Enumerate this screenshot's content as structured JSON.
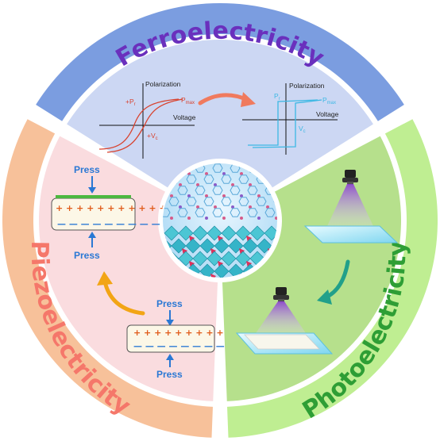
{
  "titles": {
    "top": "Ferroelectricity",
    "left": "Piezoelectricity",
    "right": "Photoelectricity"
  },
  "colors": {
    "top_ring": "#7b9de0",
    "top_sector": "#ccd7f3",
    "left_ring": "#f7c19a",
    "left_sector": "#fadcdf",
    "right_ring": "#bfee92",
    "right_sector": "#b6e08c",
    "top_title": "#6a30bd",
    "left_title": "#f5776a",
    "right_title": "#2e9e35"
  },
  "ferro": {
    "left_plot": {
      "y_axis": "Polarization",
      "x_axis": "Voltage",
      "pr_label": "+P",
      "pr_sub": "r",
      "pmax_label": "P",
      "pmax_sub": "max",
      "vc_label": "+V",
      "vc_sub": "c"
    },
    "right_plot": {
      "y_axis": "Polarization",
      "x_axis": "Voltage",
      "pr_label": "P",
      "pr_sub": "r",
      "pmax_label": "P",
      "pmax_sub": "max",
      "vc_label": "V",
      "vc_sub": "c"
    }
  },
  "piezo": {
    "press_label": "Press",
    "plus_row": "+ + + + + + + + + + +",
    "minus_row": "— — — — — — — — —",
    "plus_row_small": "+ + + + + + + + +",
    "minus_row_small": "— — — — — — — —"
  },
  "icons": [
    "lamp-icon",
    "lamp-icon",
    "curved-arrow-icon",
    "curved-arrow-icon",
    "curved-arrow-icon"
  ]
}
